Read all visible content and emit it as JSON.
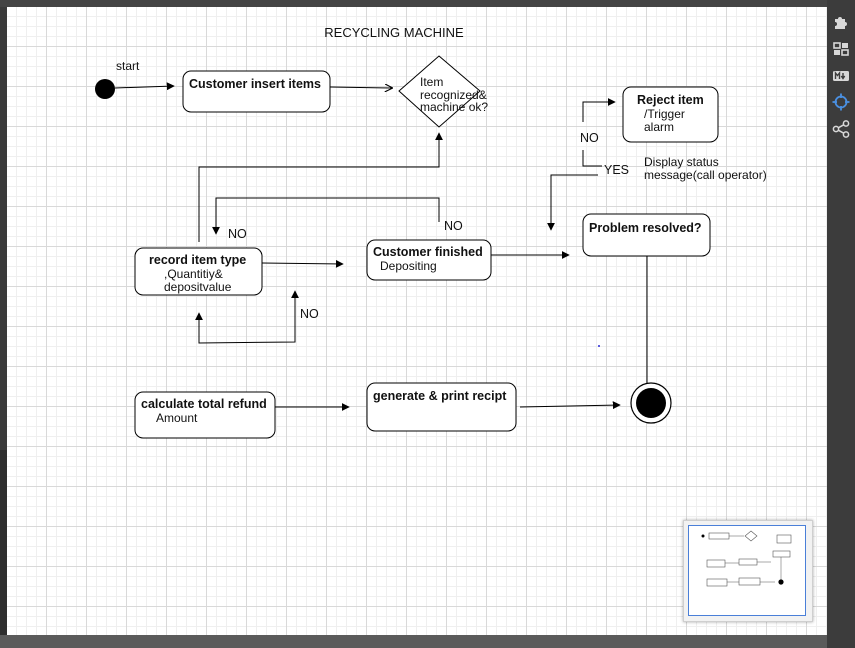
{
  "diagram": {
    "title": "RECYCLING MACHINE",
    "start_label": "start",
    "nodes": {
      "customer_insert": "Customer insert items",
      "decision": [
        "Item",
        "recognized&",
        "machine ok?"
      ],
      "reject_title": "Reject item",
      "reject_lines": [
        "/Trigger",
        "alarm"
      ],
      "record_title": "record item type",
      "record_lines": [
        ",Quantitiy&",
        "depositvalue"
      ],
      "finished_title": "Customer finished",
      "finished_line": "Depositing",
      "problem": "Problem resolved?",
      "refund_title": "calculate total refund",
      "refund_line": "Amount",
      "print": "generate & print recipt"
    },
    "labels": {
      "no_top": "NO",
      "yes": "YES",
      "display_status": [
        "Display status",
        "message(call operator)"
      ],
      "no_loop_left": "NO",
      "no_center": "NO",
      "no_lower": "NO"
    }
  },
  "toolbar": {
    "icons": [
      "puzzle-icon",
      "layout-icon",
      "markdown-icon",
      "target-icon",
      "share-icon"
    ],
    "active_color": "#4a90e2"
  }
}
